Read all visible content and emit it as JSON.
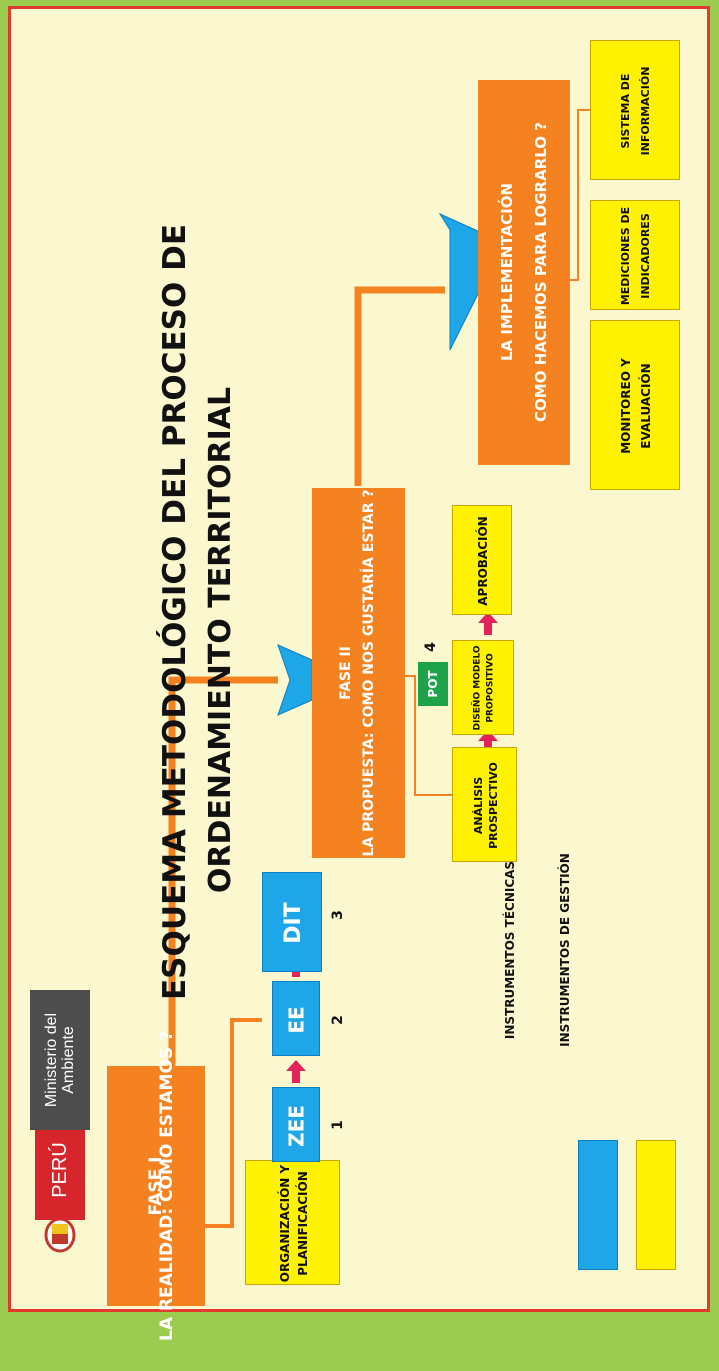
{
  "logo": {
    "country": "PERÚ",
    "ministry": "Ministerio del Ambiente"
  },
  "title": {
    "line1": "ESQUEMA METODOLÓGICO DEL PROCESO DE",
    "line2": "ORDENAMIENTO TERRITORIAL"
  },
  "phase1": {
    "label": "FASE I",
    "question": "LA REALIDAD: COMO ESTAMOS ?"
  },
  "phase2": {
    "label": "FASE II",
    "question": "LA PROPUESTA: COMO NOS GUSTARÍA ESTAR ?"
  },
  "phase3": {
    "label": "LA IMPLEMENTACIÓN",
    "question": "COMO HACEMOS PARA LOGRARLO ?"
  },
  "steps1": {
    "org": "ORGANIZACIÓN Y PLANIFICACIÓN",
    "zee": "ZEE",
    "ee": "EE",
    "dit": "DIT",
    "n1": "1",
    "n2": "2",
    "n3": "3"
  },
  "steps2": {
    "analisis": "ANÁLISIS PROSPECTIVO",
    "diseno": "DISEÑO MODELO PROPOSITIVO",
    "aprobacion": "APROBACIÓN",
    "pot": "POT",
    "n4": "4"
  },
  "steps3": {
    "monitoreo": "MONITOREO Y EVALUACIÓN",
    "mediciones": "MEDICIONES DE INDICADORES",
    "sistema": "SISTEMA DE INFORMACIÓN"
  },
  "legend": {
    "tecnicas": "INSTRUMENTOS TÉCNICAS",
    "gestion": "INSTRUMENTOS DE GESTIÓN"
  },
  "colors": {
    "orange": "#f58220",
    "yellow": "#fff200",
    "blue": "#1ea7e8",
    "green": "#1fa34a",
    "border": "#e23a2f",
    "background": "#9ccc4f"
  }
}
